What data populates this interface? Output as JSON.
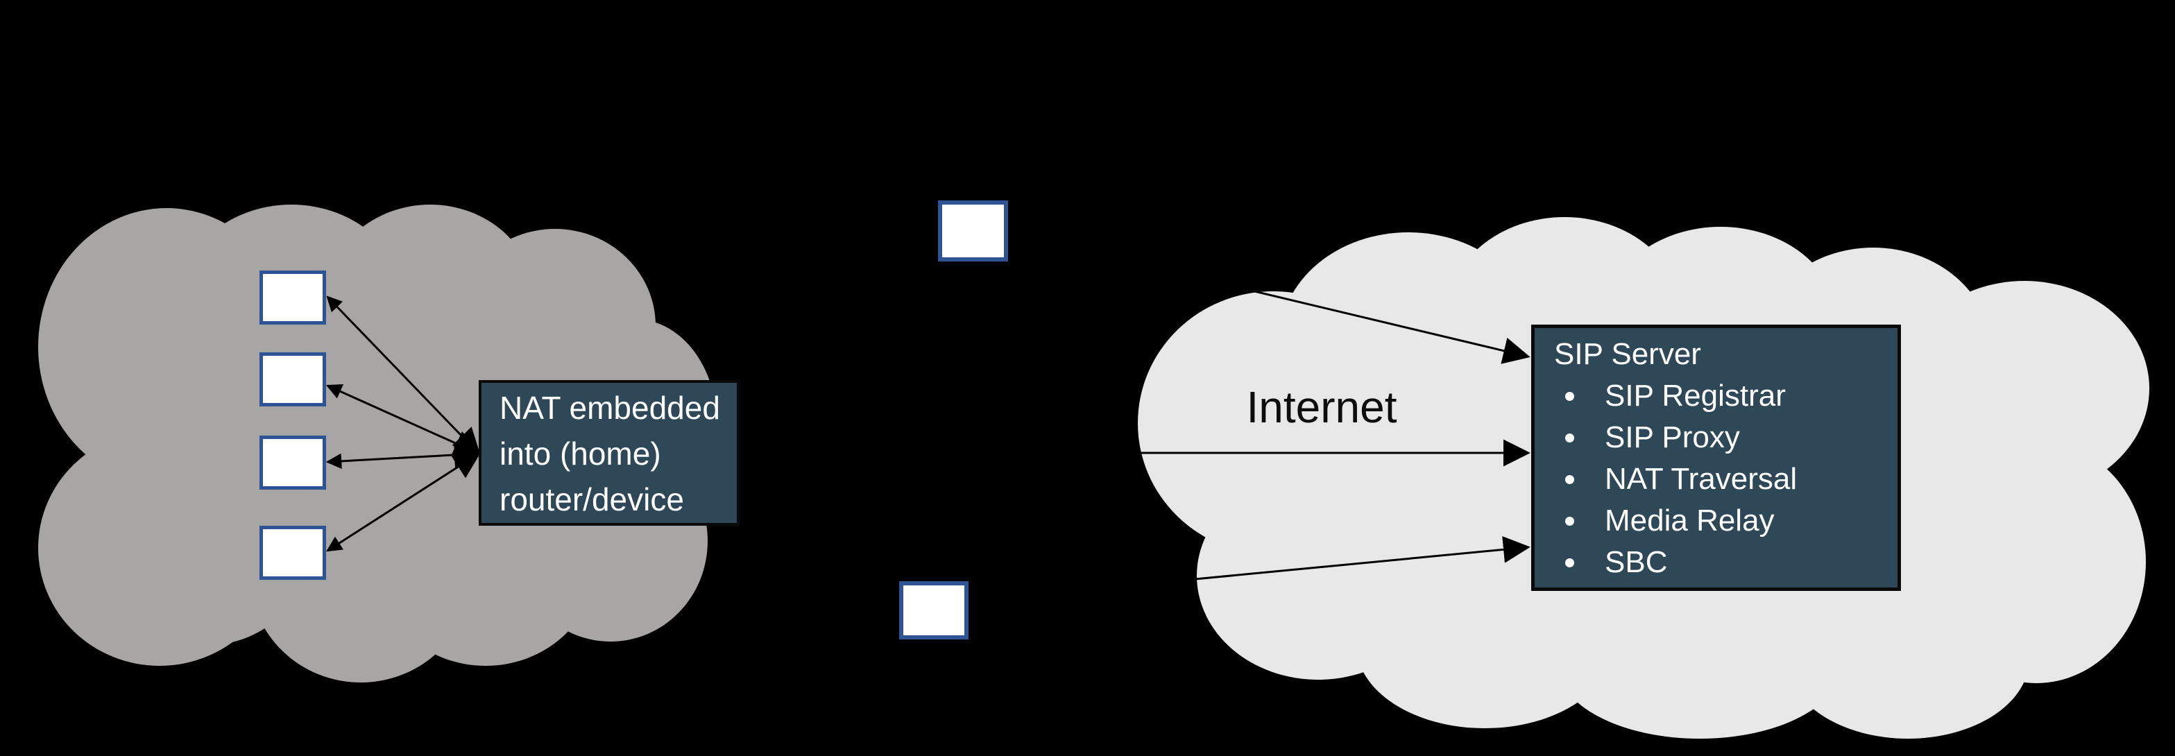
{
  "labels": {
    "internet": "Internet"
  },
  "nat_box": {
    "lines": [
      "NAT embedded",
      "into (home)",
      "router/device"
    ]
  },
  "sip_box": {
    "title": "SIP Server",
    "items": [
      "SIP Registrar",
      "SIP Proxy",
      "NAT Traversal",
      "Media Relay",
      "SBC"
    ]
  },
  "colors": {
    "background": "#000000",
    "left_cloud": "#A8A6A4",
    "right_cloud": "#E8E8E8",
    "box_fill": "#2F4858",
    "box_border": "#0A0A0A",
    "box_text": "#FFFFFF",
    "square_fill": "#FFFFFF",
    "square_border": "#2F5496",
    "arrow": "#000000",
    "internet_text": "#0D0D0D"
  }
}
